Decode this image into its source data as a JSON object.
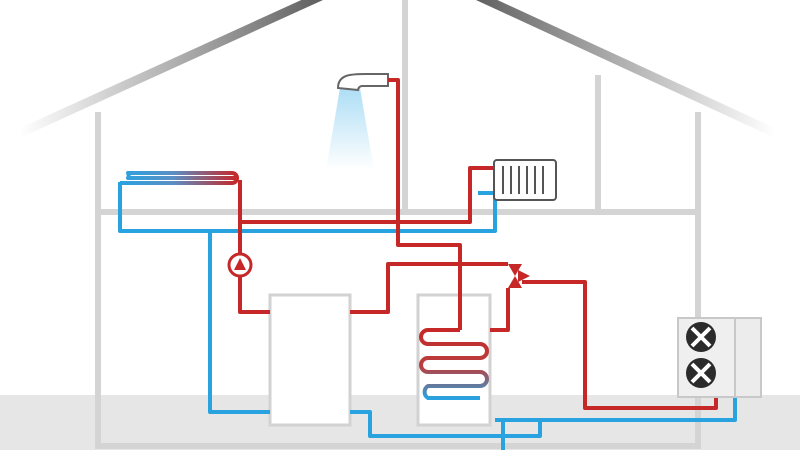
{
  "diagram": {
    "title": "",
    "components": [
      {
        "id": "roof",
        "icon": "roof-outline"
      },
      {
        "id": "house-walls",
        "icon": "house-walls"
      },
      {
        "id": "shower",
        "icon": "shower-head-icon"
      },
      {
        "id": "radiator",
        "icon": "radiator-icon"
      },
      {
        "id": "underfloor-heating",
        "icon": "underfloor-coil"
      },
      {
        "id": "circulation-pump",
        "icon": "pump-icon"
      },
      {
        "id": "buffer-tank",
        "icon": "storage-tank"
      },
      {
        "id": "hot-water-cylinder",
        "icon": "cylinder-with-coil"
      },
      {
        "id": "three-way-valve",
        "icon": "diverter-valve-icon"
      },
      {
        "id": "outdoor-heat-pump",
        "icon": "fan-unit-icon"
      }
    ],
    "colors": {
      "flow_hot": "#c62828",
      "return_cold": "#29a3e0",
      "structure": "#d3d3d3",
      "roof": "#555555",
      "ground": "#e3e3e3",
      "unit_body": "#efefef",
      "fan": "#2b2b2b",
      "shower_light": "#a9dcf5"
    }
  }
}
